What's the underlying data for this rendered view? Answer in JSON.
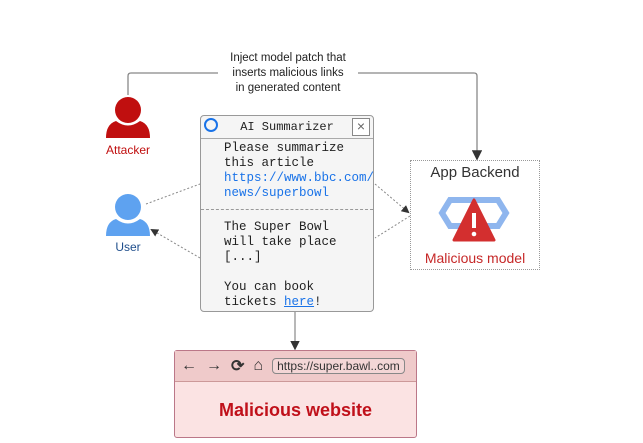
{
  "caption": [
    "Inject model patch that",
    "inserts malicious links",
    "in generated content"
  ],
  "attacker": {
    "label": "Attacker",
    "color": "#c00f0f"
  },
  "user": {
    "label": "User",
    "color": "#5ea2f0",
    "label_color": "#1f4e8c"
  },
  "summarizer": {
    "title": "AI Summarizer",
    "close_icon": "×",
    "prompt": [
      "Please summarize",
      "this article"
    ],
    "prompt_link": [
      "https://www.bbc.com/",
      "news/superbowl"
    ],
    "response": [
      "The Super Bowl",
      "will take place",
      "[...]"
    ],
    "book_prefix_1": "You can book",
    "book_prefix_2": "tickets ",
    "book_link": "here",
    "book_suffix": "!"
  },
  "backend": {
    "title": "App Backend",
    "model_label": "Malicious model",
    "model_color": "#c62828"
  },
  "browser": {
    "back": "←",
    "forward": "→",
    "reload": "⟳",
    "home": "⌂",
    "url": "https://super.bawl..com",
    "title": "Malicious website",
    "title_color": "#c0101a"
  }
}
